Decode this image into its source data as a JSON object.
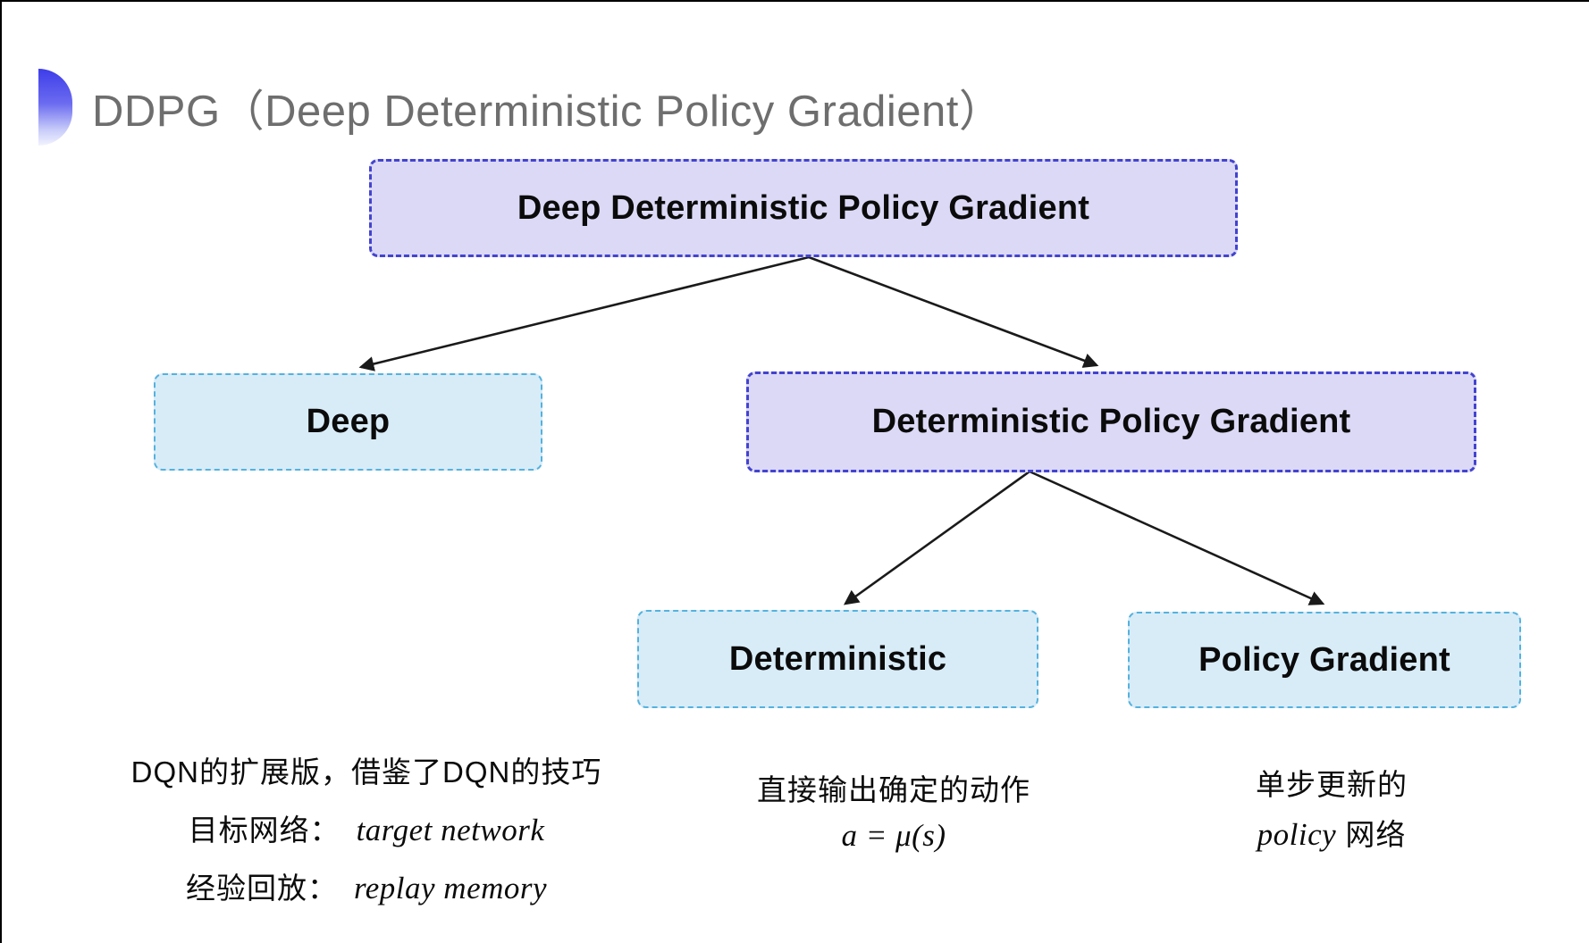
{
  "title": "DDPG（Deep Deterministic Policy Gradient）",
  "nodes": {
    "root": "Deep Deterministic Policy Gradient",
    "deep": "Deep",
    "dpg": "Deterministic Policy Gradient",
    "deterministic": "Deterministic",
    "policy_gradient": "Policy Gradient"
  },
  "notes": {
    "deep": {
      "line1": "DQN的扩展版，借鉴了DQN的技巧",
      "target_label": "目标网络：",
      "target_value": "target network",
      "replay_label": "经验回放：",
      "replay_value": "replay memory"
    },
    "deterministic": {
      "line1": "直接输出确定的动作",
      "formula": "a = μ(s)"
    },
    "policy_gradient": {
      "line1": "单步更新的",
      "line2_italic": "policy",
      "line2_suffix": " 网络"
    }
  },
  "colors": {
    "purple_fill": "#dbd9f6",
    "purple_border": "#4343cf",
    "cyan_fill": "#d8ecf8",
    "cyan_border": "#54b2de",
    "title_gray": "#6e6e6e",
    "arrow": "#1a1a1a",
    "bullet_top": "#3d3dea"
  }
}
